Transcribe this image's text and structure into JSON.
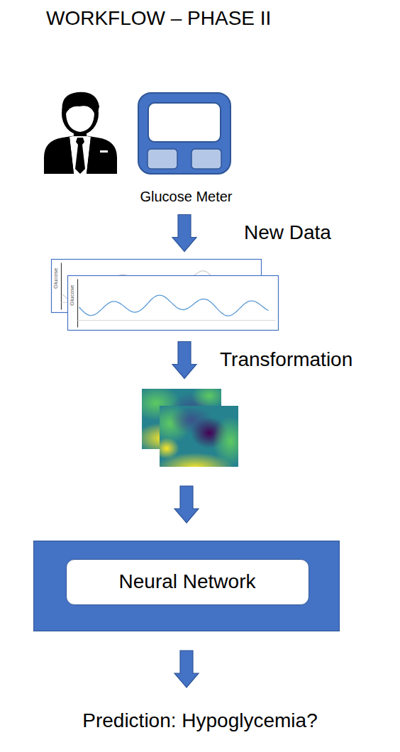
{
  "diagram": {
    "title": "WORKFLOW – PHASE II",
    "nodes": [
      {
        "text": [
          "Glucose Meter"
        ]
      },
      {
        "text": [
          "Glucose",
          "Glucose"
        ]
      },
      {
        "text": []
      },
      {
        "text": []
      },
      {
        "text": [
          "Neural Network"
        ],
        "in": 3
      },
      {
        "text": [
          "Prediction: Hypoglycemia?"
        ]
      }
    ],
    "edges": [
      {
        "from": 0,
        "to": 1,
        "arrow": "to",
        "label": "New Data"
      },
      {
        "from": 1,
        "to": 2,
        "arrow": "to",
        "label": "Transformation"
      },
      {
        "from": 2,
        "to": 3,
        "arrow": "to"
      },
      {
        "from": 3,
        "to": 5,
        "arrow": "to"
      }
    ]
  }
}
